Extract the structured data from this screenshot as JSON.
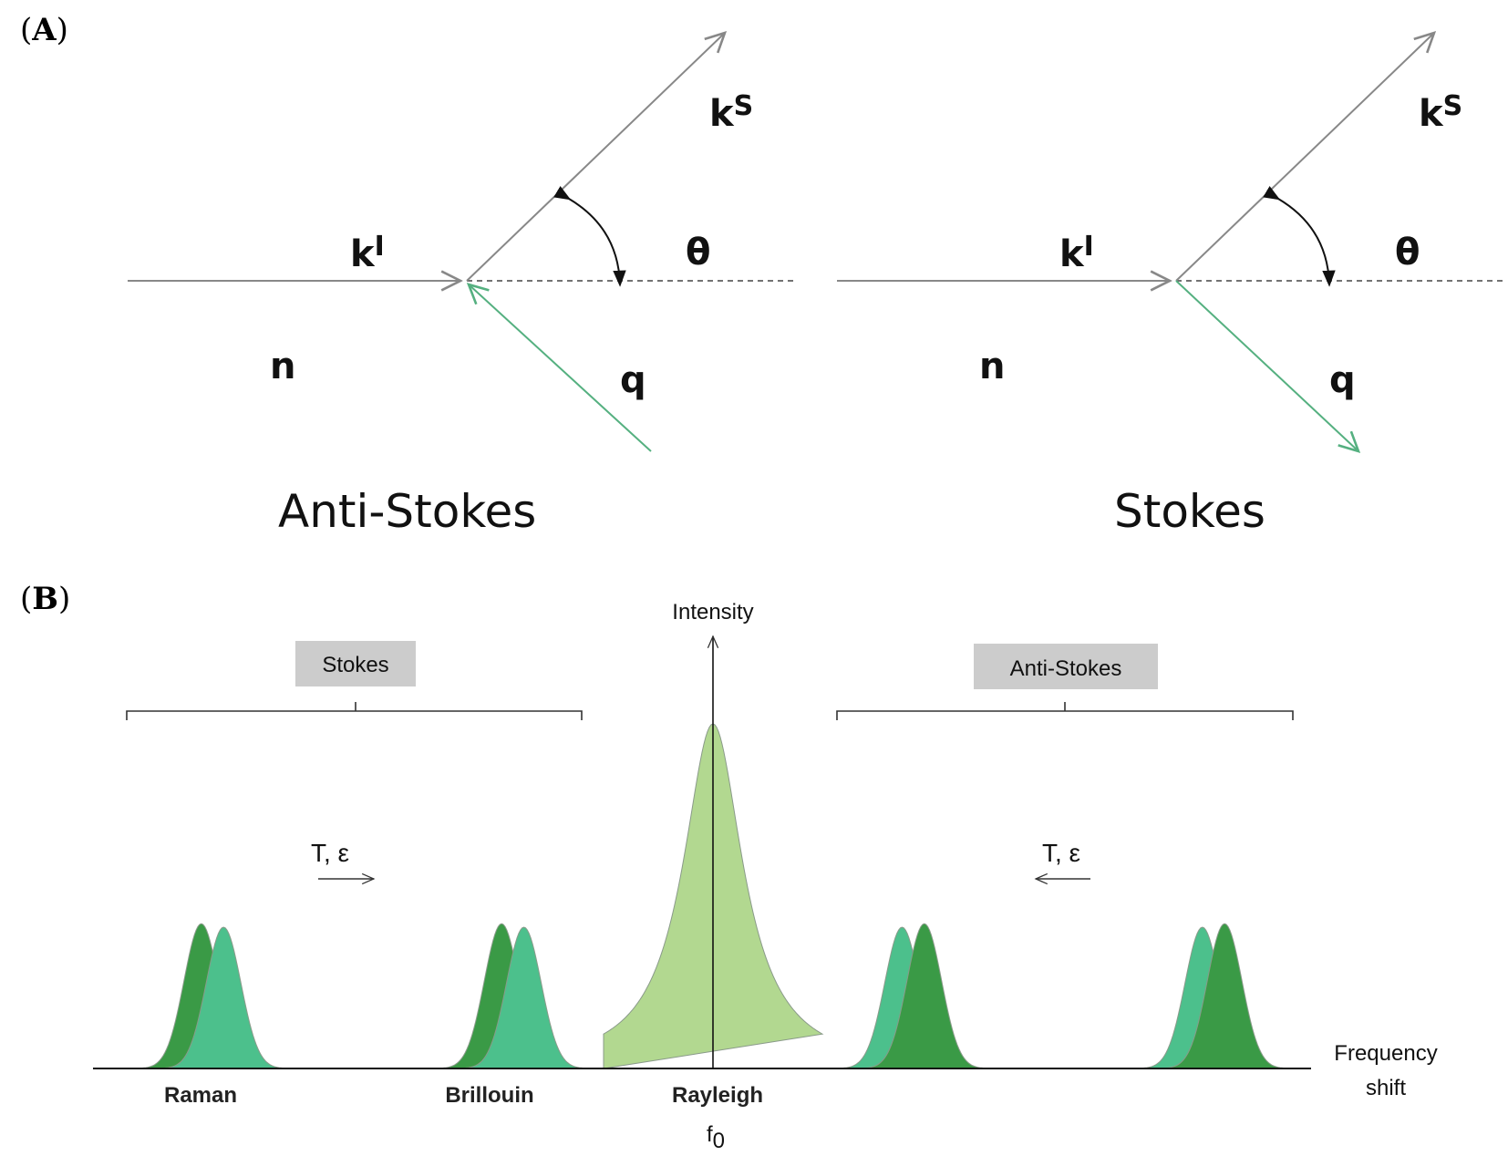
{
  "panel_a": {
    "label_open": "(",
    "label_letter": "A",
    "label_close": ")",
    "left": {
      "ks_main": "k",
      "ks_sup": "S",
      "ki_main": "k",
      "ki_sup": "I",
      "theta": "θ",
      "n": "n",
      "q": "q",
      "caption": "Anti-Stokes"
    },
    "right": {
      "ks_main": "k",
      "ks_sup": "S",
      "ki_main": "k",
      "ki_sup": "I",
      "theta": "θ",
      "n": "n",
      "q": "q",
      "caption": "Stokes"
    }
  },
  "panel_b": {
    "label_open": "(",
    "label_letter": "B",
    "label_close": ")",
    "y_axis_label": "Intensity",
    "x_axis_label_line1": "Frequency",
    "x_axis_label_line2": "shift",
    "stokes_box": "Stokes",
    "anti_stokes_box": "Anti-Stokes",
    "left_te": "T, ε",
    "right_te": "T, ε",
    "peak_labels": [
      "Raman",
      "Brillouin",
      "Rayleigh"
    ],
    "f0_main": "f",
    "f0_sub": "0"
  },
  "colors": {
    "dark_green": "#3a9a46",
    "teal_green": "#4cc08c",
    "light_green": "#b2d890",
    "q_vector": "#55b080",
    "gray_box": "#cccccc"
  },
  "chart_data": {
    "type": "area",
    "title": "",
    "xlabel": "Frequency shift",
    "ylabel": "Intensity",
    "x_center_label": "f0",
    "series": [
      {
        "name": "Rayleigh",
        "peaks": [
          {
            "center": 0,
            "height": 1.0
          }
        ]
      },
      {
        "name": "Brillouin",
        "peaks": [
          {
            "side": "Stokes",
            "center": -0.38,
            "height": 0.42
          },
          {
            "side": "Stokes",
            "center": -0.34,
            "height": 0.41
          },
          {
            "side": "Anti-Stokes",
            "center": 0.34,
            "height": 0.41
          },
          {
            "side": "Anti-Stokes",
            "center": 0.38,
            "height": 0.42
          }
        ]
      },
      {
        "name": "Raman",
        "peaks": [
          {
            "side": "Stokes",
            "center": -0.92,
            "height": 0.42
          },
          {
            "side": "Stokes",
            "center": -0.88,
            "height": 0.41
          },
          {
            "side": "Anti-Stokes",
            "center": 0.88,
            "height": 0.41
          },
          {
            "side": "Anti-Stokes",
            "center": 0.92,
            "height": 0.42
          }
        ]
      }
    ],
    "annotations": [
      "Stokes",
      "Anti-Stokes",
      "T, ε",
      "T, ε"
    ]
  }
}
